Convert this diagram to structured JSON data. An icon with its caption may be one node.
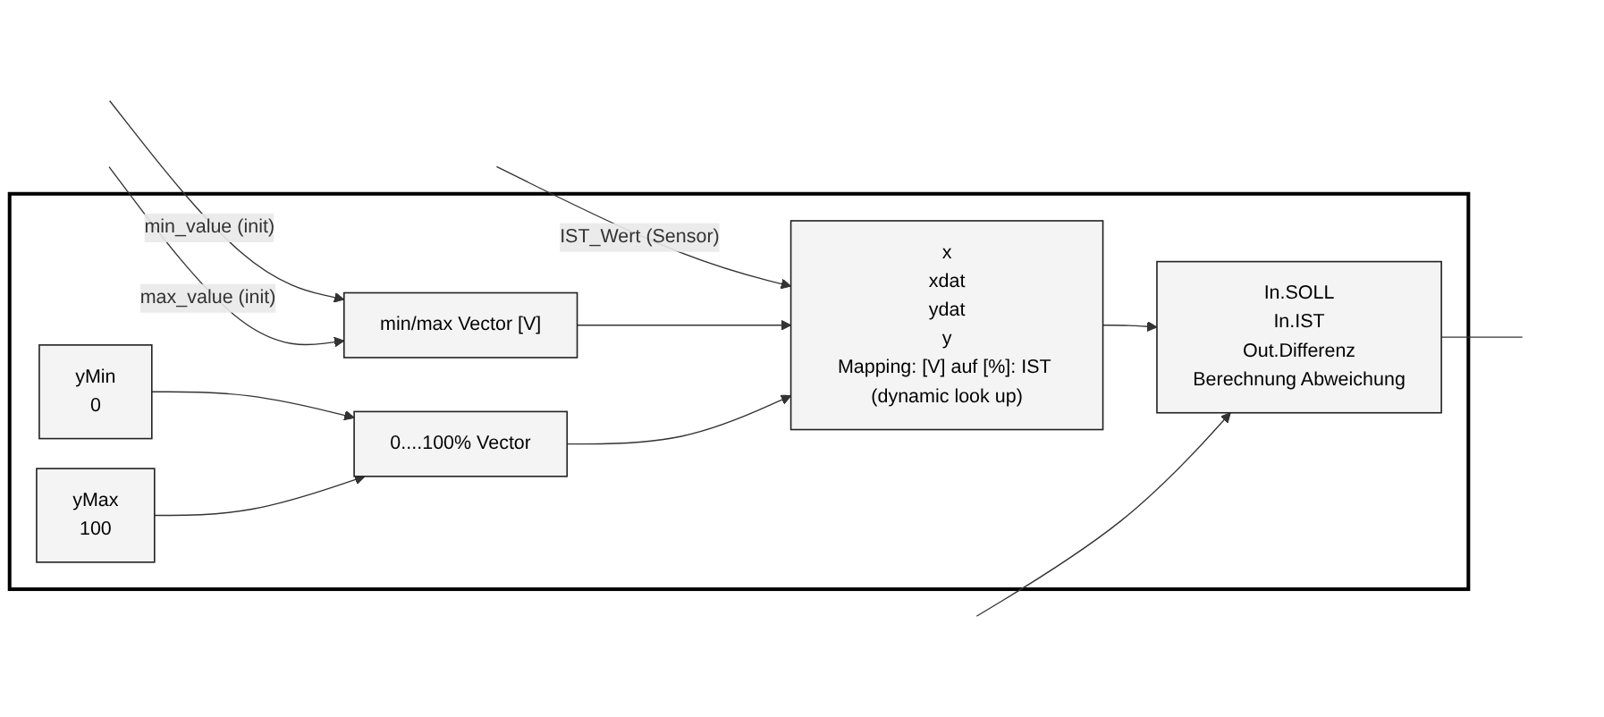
{
  "diagram": {
    "nodes": [
      {
        "text": [],
        "shape": "box"
      },
      {
        "text": [
          "min/max Vector [V]"
        ],
        "in": 0
      },
      {
        "text": [
          "x",
          "xdat",
          "ydat",
          "y",
          "Mapping: [V] auf [%]: IST (dynamic look up)"
        ],
        "in": 0
      },
      {
        "text": [
          "In.SOLL",
          "In.IST",
          "Out.Differenz",
          "Berechnung Abweichung"
        ],
        "in": 0
      },
      {
        "text": [
          "0....100% Vector"
        ],
        "in": 0
      },
      {
        "text": [
          "yMin",
          "0"
        ],
        "in": 0
      },
      {
        "text": [
          "yMax",
          "100"
        ],
        "in": 0
      }
    ],
    "edges": [
      {
        "from": null,
        "to": 2,
        "arrow": "to",
        "label": "IST_Wert (Sensor)"
      },
      {
        "from": null,
        "to": 1,
        "arrow": "to",
        "label": "min_value (init)"
      },
      {
        "from": null,
        "to": 1,
        "arrow": "to",
        "label": "max_value (init)"
      },
      {
        "from": 1,
        "to": 2,
        "arrow": "to"
      },
      {
        "from": 4,
        "to": 2,
        "arrow": "to"
      },
      {
        "from": 2,
        "to": 3,
        "arrow": "to"
      },
      {
        "from": null,
        "to": 3,
        "arrow": "to"
      },
      {
        "from": 3,
        "to": null,
        "arrow": "none"
      },
      {
        "from": 5,
        "to": 4,
        "arrow": "to"
      },
      {
        "from": 6,
        "to": 4,
        "arrow": "to"
      }
    ]
  }
}
